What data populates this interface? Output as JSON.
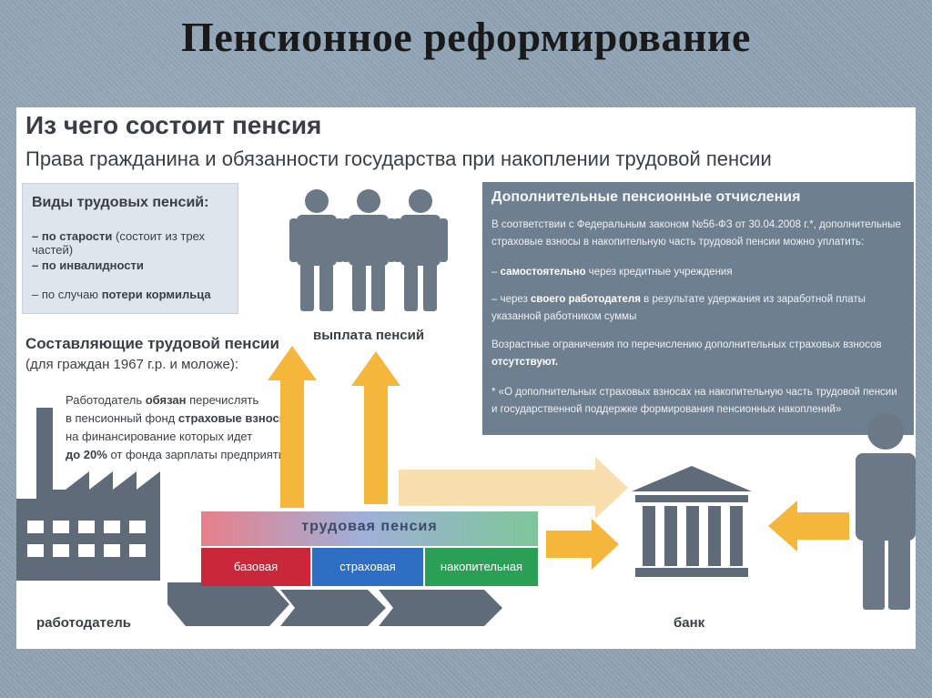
{
  "slide": {
    "title": "Пенсионное реформирование"
  },
  "panel": {
    "heading": "Из чего состоит пенсия",
    "subheading": "Права гражданина и обязанности государства при накоплении трудовой пенсии"
  },
  "types": {
    "title": "Виды трудовых пенсий:",
    "items": [
      {
        "bold": "– по старости",
        "rest": " (состоит из трех частей)"
      },
      {
        "bold": "– по инвалидности",
        "rest": ""
      },
      {
        "pre": "– по случаю ",
        "bold": "потери кормильца"
      }
    ]
  },
  "components": {
    "title": "Составляющие трудовой пенсии",
    "subtitle": "(для граждан 1967 г.р. и моложе):"
  },
  "employer_text": {
    "p1": "Работодатель ",
    "b1": "обязан",
    "p2": " перечислять",
    "p3": "в пенсионный фонд ",
    "b2": "страховые взносы",
    "p4": ",",
    "p5": "на финансирование которых идет",
    "b3": "до 20%",
    "p6": " от фонда зарплаты предприятия"
  },
  "payout_label": "выплата пенсий",
  "employer_label": "работодатель",
  "bank_label": "банк",
  "pension_bar": {
    "title": "трудовая пенсия",
    "parts": [
      "базовая",
      "страховая",
      "накопительная"
    ]
  },
  "additional": {
    "title": "Дополнительные пенсионные отчисления",
    "p1a": "В соответствии с Федеральным законом №56-ФЗ от 30.04.2008 г.*, дополнительные",
    "p1b": "страховые взносы в накопительную часть трудовой пенсии можно уплатить:",
    "p2_pre": "– ",
    "p2_bold": "самостоятельно",
    "p2_rest": " через кредитные учреждения",
    "p3_pre": "– через ",
    "p3_bold": "своего работодателя",
    "p3_rest": " в результате удержания из заработной платы",
    "p3b": "указанной работником суммы",
    "p4a": "Возрастные ограничения по перечислению дополнительных страховых взносов",
    "p4_bold": "отсутствуют.",
    "p5a": "* «О дополнительных страховых взносах на накопительную часть трудовой пенсии",
    "p5b": "и государственной поддержке формирования пенсионных накоплений»"
  },
  "colors": {
    "accent_arrow": "#f5b63c",
    "grey_figure": "#6b7886",
    "red": "#c8283a",
    "blue": "#2e6fc4",
    "green": "#2aa057"
  }
}
